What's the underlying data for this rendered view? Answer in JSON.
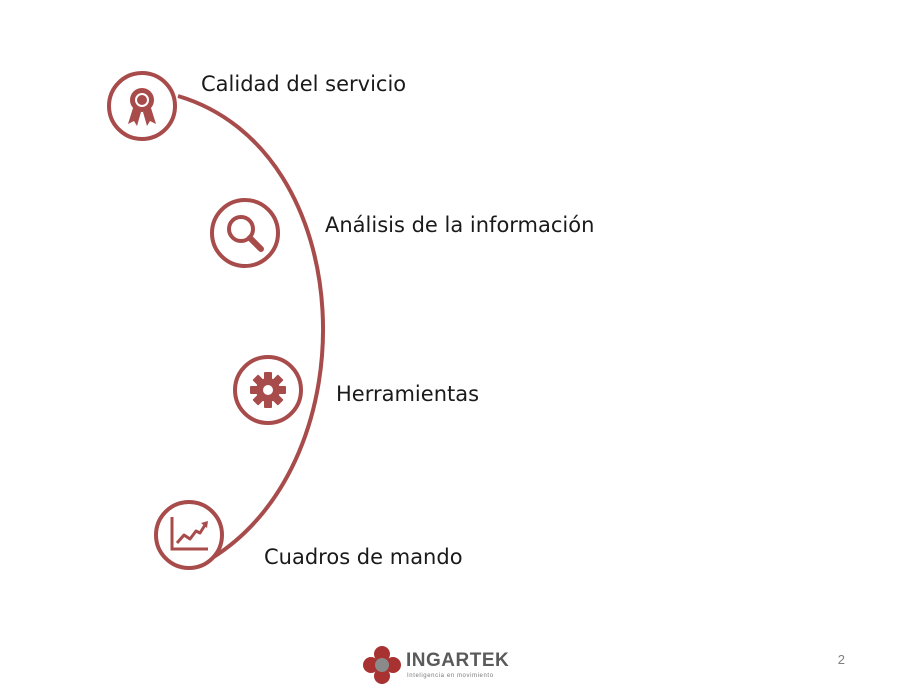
{
  "slide": {
    "items": [
      {
        "label": "Calidad del servicio",
        "icon": "award-ribbon-icon"
      },
      {
        "label": "Análisis de la información",
        "icon": "magnifier-icon"
      },
      {
        "label": "Herramientas",
        "icon": "gear-icon"
      },
      {
        "label": "Cuadros de mando",
        "icon": "line-chart-icon"
      }
    ],
    "page_number": "2"
  },
  "logo": {
    "name": "INGARTEK",
    "tagline": "Inteligencia en movimiento"
  },
  "colors": {
    "accent": "#a84b4b",
    "text": "#1a1a1a",
    "logo_red": "#a83232",
    "logo_gray": "#8a8a8a"
  }
}
